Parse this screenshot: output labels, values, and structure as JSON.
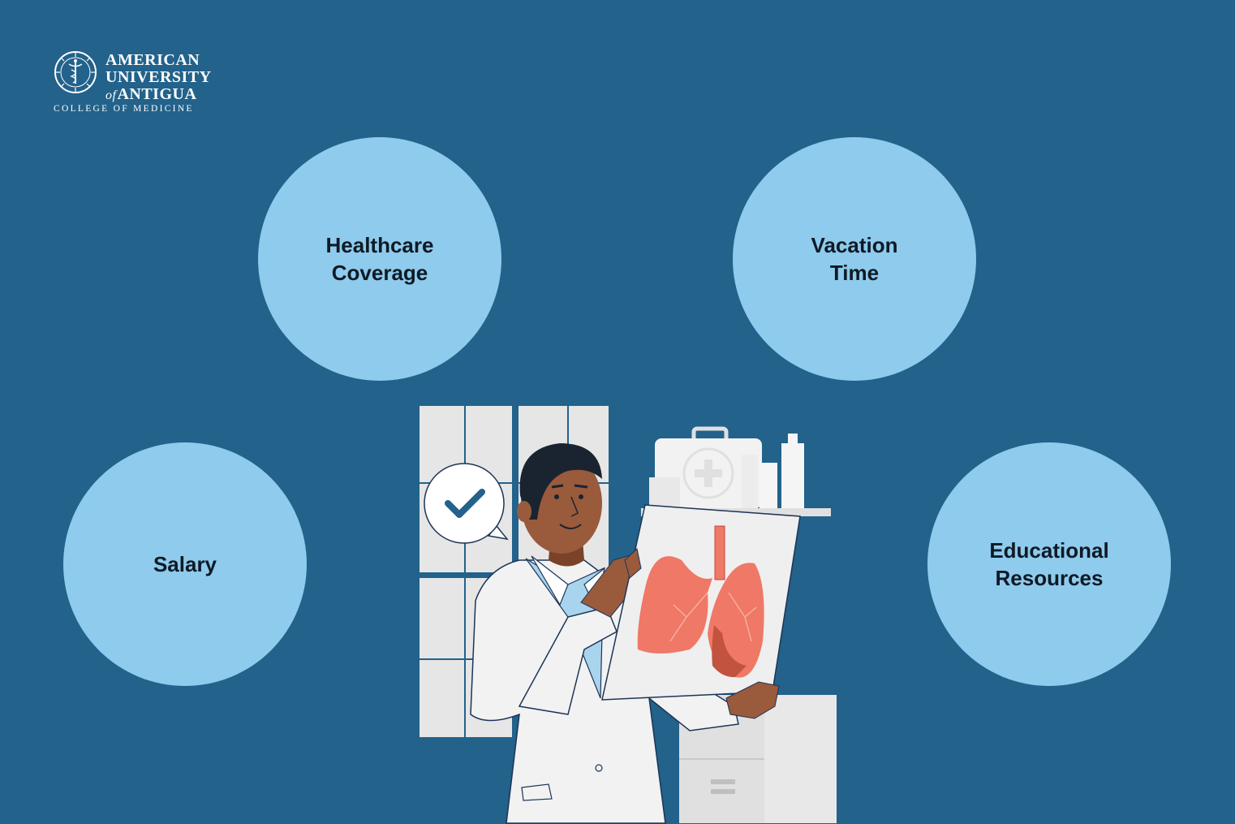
{
  "logo": {
    "line1": "AMERICAN",
    "line2": "UNIVERSITY",
    "line3_prefix": "of",
    "line3": "ANTIGUA",
    "subtitle": "COLLEGE OF MEDICINE"
  },
  "circles": {
    "healthcare": {
      "line1": "Healthcare",
      "line2": "Coverage"
    },
    "vacation": {
      "line1": "Vacation",
      "line2": "Time"
    },
    "salary": {
      "line1": "Salary"
    },
    "education": {
      "line1": "Educational",
      "line2": "Resources"
    }
  },
  "colors": {
    "background": "#22628b",
    "circle": "#8ecbed",
    "circle_text": "#0f1a24",
    "lungs": "#f07866",
    "skin": "#9a5a3c",
    "coat": "#f2f2f2"
  },
  "illustration": {
    "subject": "doctor-holding-lung-xray",
    "icons": [
      "checkmark-bubble-icon",
      "medical-kit-icon",
      "lungs-icon"
    ]
  }
}
